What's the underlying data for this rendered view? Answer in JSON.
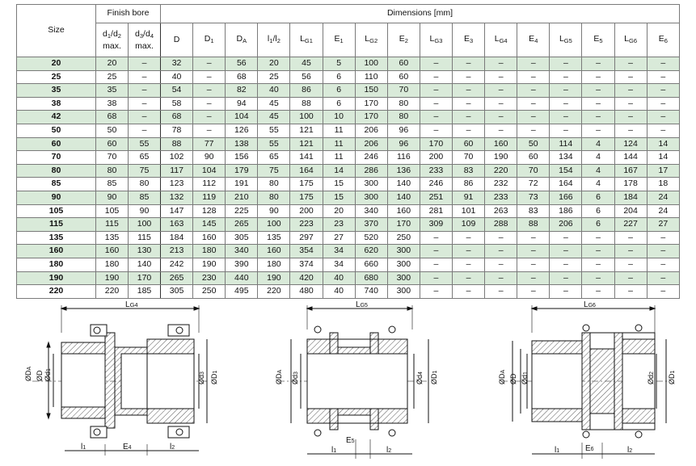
{
  "table": {
    "header": {
      "size": "Size",
      "finish_bore": "Finish bore",
      "dimensions": "Dimensions [mm]",
      "bore_cols": [
        {
          "label": "d1/d2",
          "base": "d",
          "sub": "1",
          "sep": "/d",
          "sub2": "2",
          "unit": "max."
        },
        {
          "label": "d3/d4",
          "base": "d",
          "sub": "3",
          "sep": "/d",
          "sub2": "4",
          "unit": "max."
        }
      ],
      "dim_cols": [
        {
          "base": "D",
          "sub": ""
        },
        {
          "base": "D",
          "sub": "1"
        },
        {
          "base": "D",
          "sub": "A"
        },
        {
          "base": "l",
          "sub": "1",
          "sep": "/l",
          "sub2": "2"
        },
        {
          "base": "L",
          "sub": "G1"
        },
        {
          "base": "E",
          "sub": "1"
        },
        {
          "base": "L",
          "sub": "G2"
        },
        {
          "base": "E",
          "sub": "2"
        },
        {
          "base": "L",
          "sub": "G3"
        },
        {
          "base": "E",
          "sub": "3"
        },
        {
          "base": "L",
          "sub": "G4"
        },
        {
          "base": "E",
          "sub": "4"
        },
        {
          "base": "L",
          "sub": "G5"
        },
        {
          "base": "E",
          "sub": "5"
        },
        {
          "base": "L",
          "sub": "G6"
        },
        {
          "base": "E",
          "sub": "6"
        }
      ]
    },
    "rows": [
      {
        "size": "20",
        "green": true,
        "cells": [
          "20",
          "–",
          "32",
          "–",
          "56",
          "20",
          "45",
          "5",
          "100",
          "60",
          "–",
          "–",
          "–",
          "–",
          "–",
          "–",
          "–",
          "–"
        ]
      },
      {
        "size": "25",
        "green": false,
        "cells": [
          "25",
          "–",
          "40",
          "–",
          "68",
          "25",
          "56",
          "6",
          "110",
          "60",
          "–",
          "–",
          "–",
          "–",
          "–",
          "–",
          "–",
          "–"
        ]
      },
      {
        "size": "35",
        "green": true,
        "cells": [
          "35",
          "–",
          "54",
          "–",
          "82",
          "40",
          "86",
          "6",
          "150",
          "70",
          "–",
          "–",
          "–",
          "–",
          "–",
          "–",
          "–",
          "–"
        ]
      },
      {
        "size": "38",
        "green": false,
        "cells": [
          "38",
          "–",
          "58",
          "–",
          "94",
          "45",
          "88",
          "6",
          "170",
          "80",
          "–",
          "–",
          "–",
          "–",
          "–",
          "–",
          "–",
          "–"
        ]
      },
      {
        "size": "42",
        "green": true,
        "cells": [
          "68",
          "–",
          "68",
          "–",
          "104",
          "45",
          "100",
          "10",
          "170",
          "80",
          "–",
          "–",
          "–",
          "–",
          "–",
          "–",
          "–",
          "–"
        ]
      },
      {
        "size": "50",
        "green": false,
        "cells": [
          "50",
          "–",
          "78",
          "–",
          "126",
          "55",
          "121",
          "11",
          "206",
          "96",
          "–",
          "–",
          "–",
          "–",
          "–",
          "–",
          "–",
          "–"
        ]
      },
      {
        "size": "60",
        "green": true,
        "cells": [
          "60",
          "55",
          "88",
          "77",
          "138",
          "55",
          "121",
          "11",
          "206",
          "96",
          "170",
          "60",
          "160",
          "50",
          "114",
          "4",
          "124",
          "14"
        ]
      },
      {
        "size": "70",
        "green": false,
        "cells": [
          "70",
          "65",
          "102",
          "90",
          "156",
          "65",
          "141",
          "11",
          "246",
          "116",
          "200",
          "70",
          "190",
          "60",
          "134",
          "4",
          "144",
          "14"
        ]
      },
      {
        "size": "80",
        "green": true,
        "cells": [
          "80",
          "75",
          "117",
          "104",
          "179",
          "75",
          "164",
          "14",
          "286",
          "136",
          "233",
          "83",
          "220",
          "70",
          "154",
          "4",
          "167",
          "17"
        ]
      },
      {
        "size": "85",
        "green": false,
        "cells": [
          "85",
          "80",
          "123",
          "112",
          "191",
          "80",
          "175",
          "15",
          "300",
          "140",
          "246",
          "86",
          "232",
          "72",
          "164",
          "4",
          "178",
          "18"
        ]
      },
      {
        "size": "90",
        "green": true,
        "cells": [
          "90",
          "85",
          "132",
          "119",
          "210",
          "80",
          "175",
          "15",
          "300",
          "140",
          "251",
          "91",
          "233",
          "73",
          "166",
          "6",
          "184",
          "24"
        ]
      },
      {
        "size": "105",
        "green": false,
        "cells": [
          "105",
          "90",
          "147",
          "128",
          "225",
          "90",
          "200",
          "20",
          "340",
          "160",
          "281",
          "101",
          "263",
          "83",
          "186",
          "6",
          "204",
          "24"
        ]
      },
      {
        "size": "115",
        "green": true,
        "cells": [
          "115",
          "100",
          "163",
          "145",
          "265",
          "100",
          "223",
          "23",
          "370",
          "170",
          "309",
          "109",
          "288",
          "88",
          "206",
          "6",
          "227",
          "27"
        ]
      },
      {
        "size": "135",
        "green": false,
        "cells": [
          "135",
          "115",
          "184",
          "160",
          "305",
          "135",
          "297",
          "27",
          "520",
          "250",
          "–",
          "–",
          "–",
          "–",
          "–",
          "–",
          "–",
          "–"
        ]
      },
      {
        "size": "160",
        "green": true,
        "cells": [
          "160",
          "130",
          "213",
          "180",
          "340",
          "160",
          "354",
          "34",
          "620",
          "300",
          "–",
          "–",
          "–",
          "–",
          "–",
          "–",
          "–",
          "–"
        ]
      },
      {
        "size": "180",
        "green": false,
        "cells": [
          "180",
          "140",
          "242",
          "190",
          "390",
          "180",
          "374",
          "34",
          "660",
          "300",
          "–",
          "–",
          "–",
          "–",
          "–",
          "–",
          "–",
          "–"
        ]
      },
      {
        "size": "190",
        "green": true,
        "cells": [
          "190",
          "170",
          "265",
          "230",
          "440",
          "190",
          "420",
          "40",
          "680",
          "300",
          "–",
          "–",
          "–",
          "–",
          "–",
          "–",
          "–",
          "–"
        ]
      },
      {
        "size": "220",
        "green": false,
        "cells": [
          "220",
          "185",
          "305",
          "250",
          "495",
          "220",
          "480",
          "40",
          "740",
          "300",
          "–",
          "–",
          "–",
          "–",
          "–",
          "–",
          "–",
          "–"
        ]
      }
    ]
  },
  "drawings": {
    "d1": {
      "top": "LG4",
      "top_sub": "G4",
      "dA": "ØDA",
      "dA_sub": "A",
      "d": "ØD",
      "d1": "Ød1",
      "d1_sub": "1",
      "d3": "Ød3",
      "d3_sub": "3",
      "D1": "ØD1",
      "D1_sub": "1",
      "l1": "l1",
      "l1_sub": "1",
      "e": "E4",
      "e_sub": "4",
      "l2": "l2",
      "l2_sub": "2"
    },
    "d2": {
      "top": "LG5",
      "top_sub": "G5",
      "dA": "ØDA",
      "dA_sub": "A",
      "d3": "Ød3",
      "d3_sub": "3",
      "d4": "Ød4",
      "d4_sub": "4",
      "D1": "ØD1",
      "D1_sub": "1",
      "e": "E5",
      "e_sub": "5",
      "l1": "l1",
      "l1_sub": "1",
      "l2": "l2",
      "l2_sub": "2"
    },
    "d3": {
      "top": "LG6",
      "top_sub": "G6",
      "dA": "ØDA",
      "dA_sub": "A",
      "d": "ØD",
      "d1": "Ød1",
      "d1_sub": "1",
      "d2": "Ød2",
      "d2_sub": "2",
      "D1": "ØD1",
      "D1_sub": "1",
      "l1": "l1",
      "l1_sub": "1",
      "e": "E6",
      "e_sub": "6",
      "l2": "l2",
      "l2_sub": "2"
    }
  },
  "watermark": "",
  "colors": {
    "green_row": "#d9ead9",
    "line": "#111111",
    "hatch": "#555555",
    "border": "#7a7a7a"
  }
}
